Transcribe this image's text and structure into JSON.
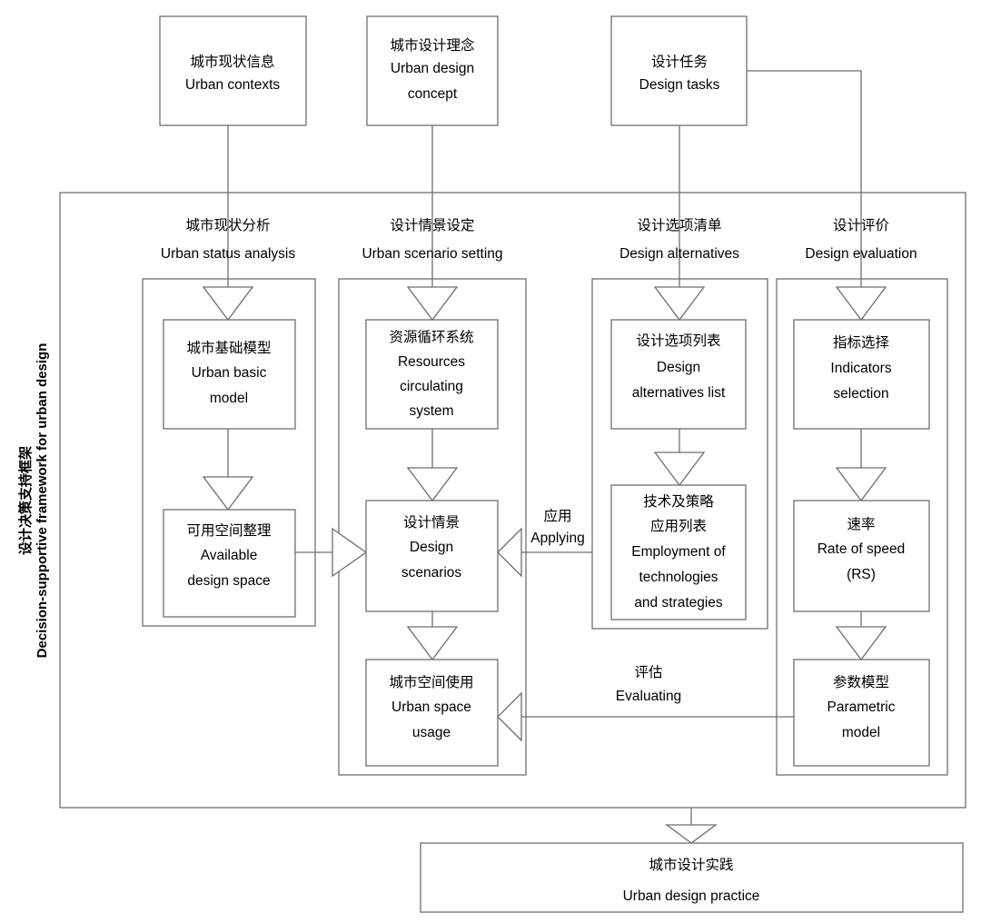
{
  "diagram": {
    "vertical_label": {
      "cn": "设计决策支持框架",
      "en": "Decision-supportive framework for urban design"
    },
    "inputs": [
      {
        "cn": "城市现状信息",
        "en": [
          "Urban contexts"
        ]
      },
      {
        "cn": "城市设计理念",
        "en": [
          "Urban design",
          "concept"
        ]
      },
      {
        "cn": "设计任务",
        "en": [
          "Design tasks"
        ]
      }
    ],
    "columns": [
      {
        "header": {
          "cn": "城市现状分析",
          "en": "Urban status analysis"
        },
        "nodes": [
          {
            "cn": "城市基础模型",
            "en": [
              "Urban basic",
              "model"
            ]
          },
          {
            "cn": "可用空间整理",
            "en": [
              "Available",
              "design space"
            ]
          }
        ]
      },
      {
        "header": {
          "cn": "设计情景设定",
          "en": "Urban scenario setting"
        },
        "nodes": [
          {
            "cn": "资源循环系统",
            "en": [
              "Resources",
              "circulating",
              "system"
            ]
          },
          {
            "cn": "设计情景",
            "en": [
              "Design",
              "scenarios"
            ]
          },
          {
            "cn": "城市空间使用",
            "en": [
              "Urban space",
              "usage"
            ]
          }
        ]
      },
      {
        "header": {
          "cn": "设计选项清单",
          "en": "Design alternatives"
        },
        "nodes": [
          {
            "cn": "设计选项列表",
            "en": [
              "Design",
              "alternatives list"
            ]
          },
          {
            "cn2": [
              "技术及策略",
              "应用列表"
            ],
            "en": [
              "Employment of",
              "technologies",
              "and strategies"
            ]
          }
        ]
      },
      {
        "header": {
          "cn": "设计评价",
          "en": "Design evaluation"
        },
        "nodes": [
          {
            "cn": "指标选择",
            "en": [
              "Indicators",
              "selection"
            ]
          },
          {
            "cn": "速率",
            "en": [
              "Rate of speed",
              "(RS)"
            ]
          },
          {
            "cn": "参数模型",
            "en": [
              "Parametric",
              "model"
            ]
          }
        ]
      }
    ],
    "edge_labels": [
      {
        "cn": "应用",
        "en": "Applying"
      },
      {
        "cn": "评估",
        "en": "Evaluating"
      }
    ],
    "output": {
      "cn": "城市设计实践",
      "en": "Urban design practice"
    }
  },
  "colors": {
    "stroke": "#6f6f6f",
    "text": "#000000",
    "background": "#ffffff"
  }
}
